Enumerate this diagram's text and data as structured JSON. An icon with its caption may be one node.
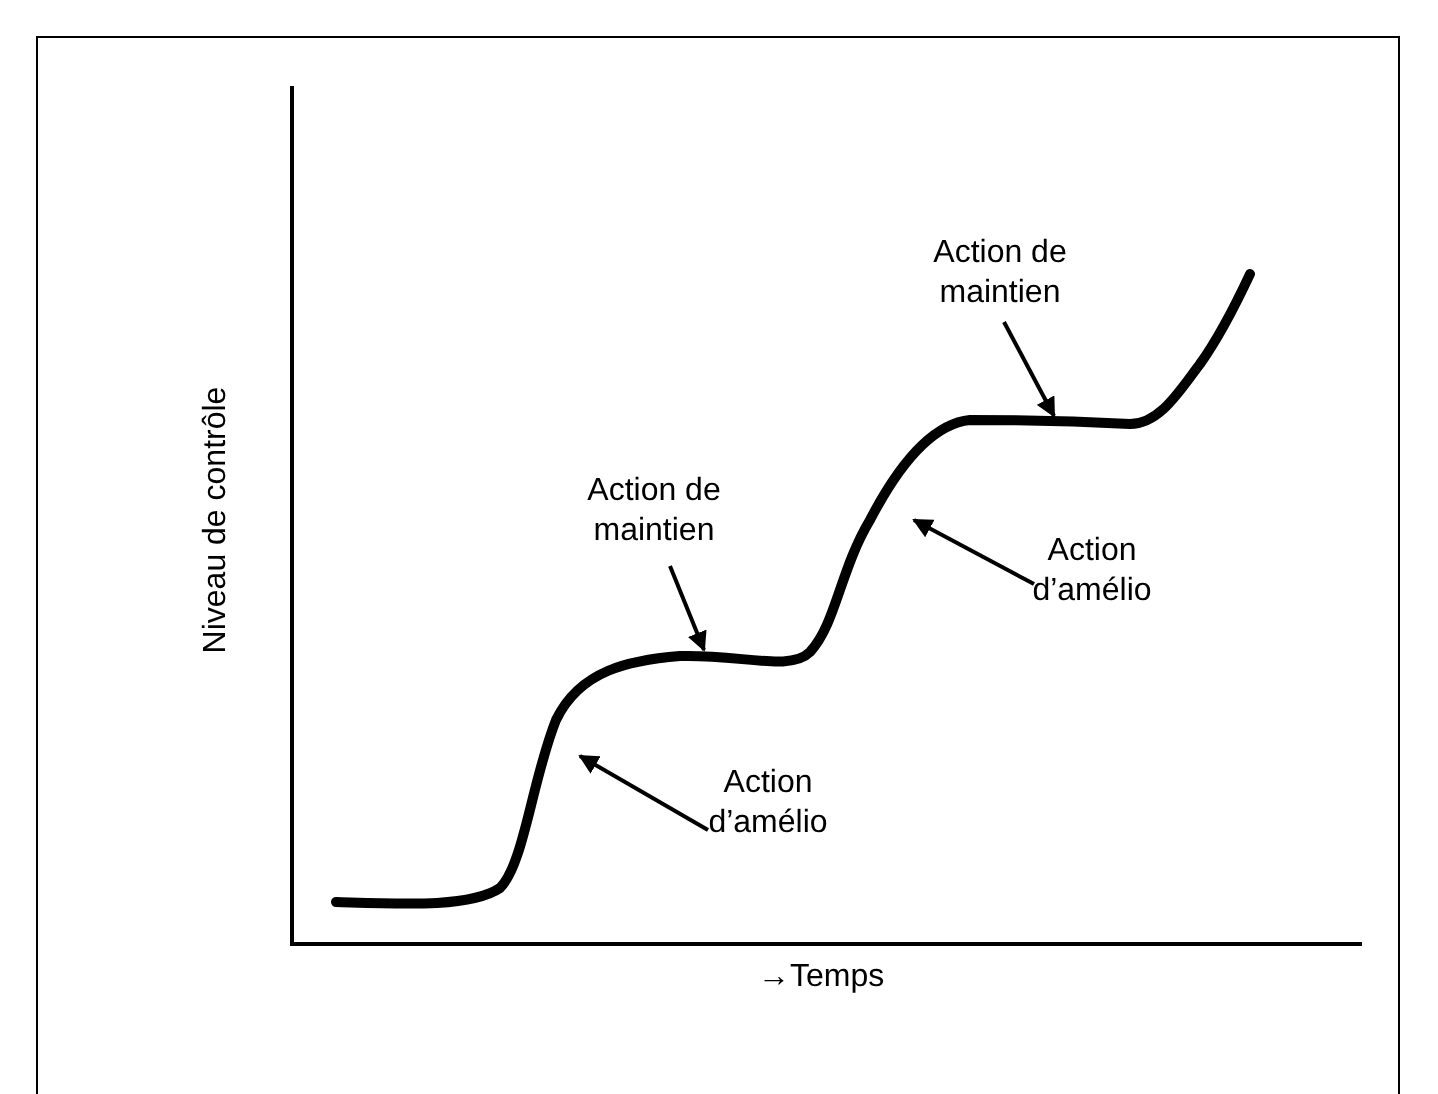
{
  "diagram": {
    "nodes": [
      {
        "text": [
          "Action de maintien"
        ]
      },
      {
        "text": [
          "Action de maintien"
        ]
      },
      {
        "text": [
          "Action d’amélio"
        ]
      },
      {
        "text": [
          "Action d’amélio"
        ]
      }
    ],
    "edges": [
      {
        "from": 0,
        "to": null,
        "arrow": "to"
      },
      {
        "from": 1,
        "to": null,
        "arrow": "to"
      },
      {
        "from": 2,
        "to": null,
        "arrow": "to"
      },
      {
        "from": 3,
        "to": null,
        "arrow": "to"
      }
    ],
    "labels": [
      "Niveau de contrôle",
      "→Temps"
    ]
  }
}
